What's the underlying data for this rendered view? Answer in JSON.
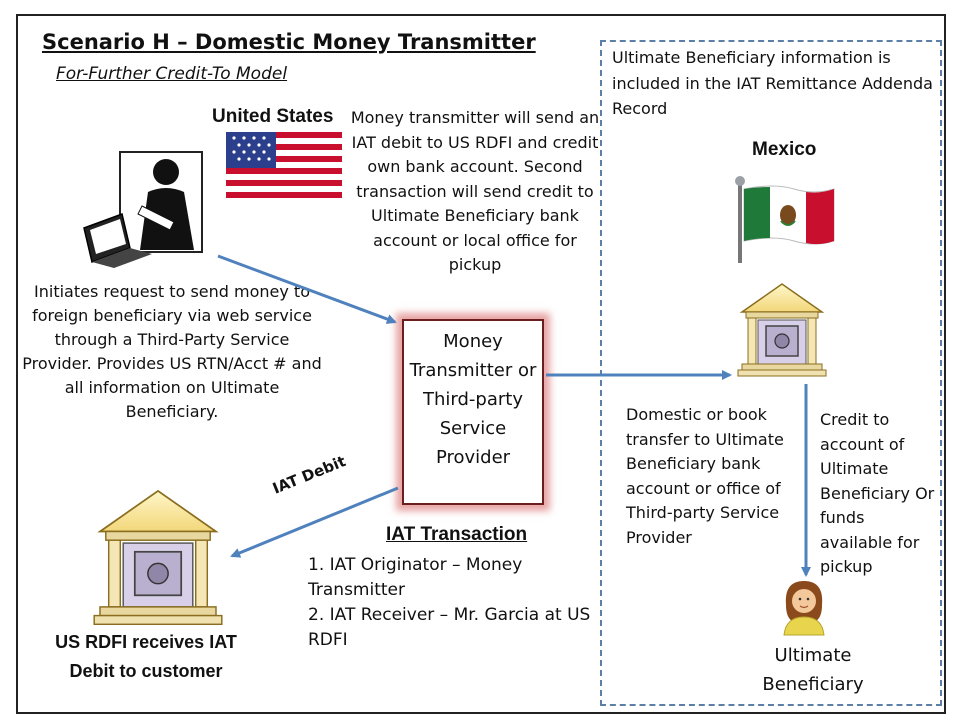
{
  "title": "Scenario H – Domestic Money Transmitter",
  "subtitle": "For-Further Credit-To Model",
  "us_label": "United States",
  "mexico_label": "Mexico",
  "transmitter_note": "Money transmitter will send an IAT debit to US RDFI and credit own bank account. Second transaction will send credit to Ultimate Beneficiary bank account or local office for pickup",
  "initiator_note": "Initiates request to send money to foreign beneficiary via web service through a Third-Party Service Provider. Provides US RTN/Acct # and all information on Ultimate Beneficiary.",
  "ultimate_info_note": "Ultimate Beneficiary information is included in the IAT Remittance Addenda Record",
  "center_box_label": "Money Transmitter or Third-party Service Provider",
  "iat_debit_label": "IAT Debit",
  "iat_transaction": {
    "title": "IAT Transaction",
    "items": [
      "1.  IAT Originator – Money Transmitter",
      "2.  IAT Receiver – Mr. Garcia at US RDFI"
    ]
  },
  "domestic_transfer_note": "Domestic or book transfer to Ultimate Beneficiary bank account or office of Third-party Service Provider",
  "credit_note": "Credit to account of Ultimate Beneficiary Or funds available for pickup",
  "rdfi_label": "US RDFI receives IAT Debit  to customer",
  "ultimate_beneficiary_label": "Ultimate Beneficiary",
  "colors": {
    "arrow": "#4f81bd",
    "dashed_border": "#5b7fa6",
    "box_glow": "#d65a5a",
    "flag_us_red": "#c8102e",
    "flag_us_blue": "#2b3f8c",
    "flag_mx_green": "#1f7a3a",
    "flag_mx_red": "#c8102e"
  },
  "icons": [
    "person-at-laptop-icon",
    "us-flag-icon",
    "mexico-flag-icon",
    "bank-building-icon",
    "woman-avatar-icon"
  ]
}
